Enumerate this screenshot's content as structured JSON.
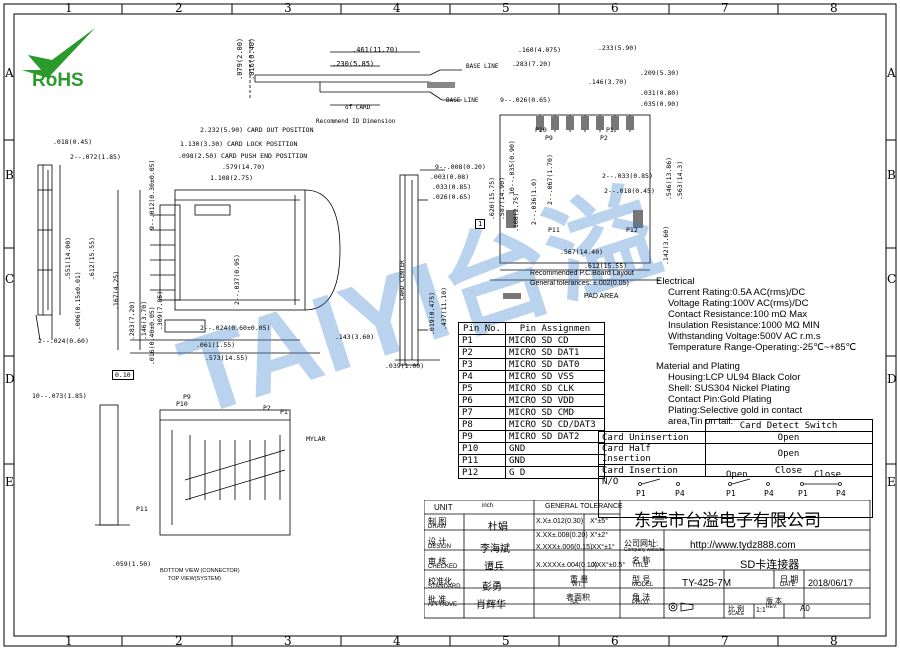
{
  "zones": {
    "columns": [
      "1",
      "2",
      "3",
      "4",
      "5",
      "6",
      "7",
      "8"
    ],
    "rows": [
      "A",
      "B",
      "C",
      "D",
      "E"
    ]
  },
  "logo": {
    "text": "RoHS",
    "color": "#2a9a2a"
  },
  "watermark": {
    "text": "TAIYI台溢",
    "color": "#3a7fd0"
  },
  "dims": {
    "top1": ".079(2.00)",
    "top2": ".016(0.40)",
    "top3": ".461(11.70)",
    "top4": ".230(5.85)",
    "base_line": "BASE LINE",
    "base_line2": "BASE LINE",
    "of_card": "of CARD",
    "rec_id": "Recommend ID Dimension",
    "card_out": "2.232(5.90) CARD OUT POSITION",
    "card_lock": "1.130(3.30) CARD LOCK POSITION",
    "card_push": ".098(2.50) CARD PUSH END POSITION",
    "d579": ".579(14.70)",
    "d108": "1.108(2.75)",
    "d9012": "9--.012(0.30±0.05)",
    "l018": ".018(0.45)",
    "l2_072": "2--.072(1.85)",
    "l551": ".551(14.00)",
    "l612": ".612(15.55)",
    "l006": ".006(0.15±0.01)",
    "l167": ".167(4.25)",
    "l283": ".283(7.20)",
    "l146": ".146(3.70)",
    "l016": ".016(0.40±0.05)",
    "l309": ".309(7.85)",
    "l2024": "2--.024(0.60)",
    "c2037": "2--.037(0.95)",
    "c2d": "2--.024(0.60±0.05)",
    "c061": ".061(1.55)",
    "c573": ".573(14.55)",
    "c143": ".143(3.60)",
    "r9008": "9--.008(0.20)",
    "r033": ".033(0.85)",
    "r026": ".026(0.65)",
    "r437": ".437(11.10)",
    "r019": ".019(0.475)",
    "r003": ".003(0.08)",
    "r039": ".039(1.00)",
    "card_center": "CARD CENTER",
    "p160": ".160(4.075)",
    "p283": ".283(7.20)",
    "p233": ".233(5.90)",
    "p209": ".209(5.30)",
    "p146": ".146(3.70)",
    "p031": ".031(0.80)",
    "p035": ".035(0.90)",
    "p9026": "9--.026(0.65)",
    "p10": "P10",
    "p9": "P9",
    "p1": "P1",
    "p2": "P2",
    "p10035": "10--.035(0.90)",
    "p_620": ".620(15.75)",
    "p587": ".587(14.90)",
    "p108": ".108(2.75)",
    "p2036": "2--.036(1.0)",
    "p2067": "2--.067(1.70)",
    "p2033": "2--.033(0.85)",
    "p2018": "2--.018(0.45)",
    "p546": ".546(13.86)",
    "p563": ".563(14.3)",
    "p11": "P11",
    "p12": "P12",
    "p567": ".567(14.40)",
    "p612": ".612(15.55)",
    "p142": ".142(3.60)",
    "rec_pcb": "Recommended P.C.Board Layout",
    "gen_tol": "General tolerances: ±.002(0.05)",
    "pad_area": "PAD AREA",
    "box1": "1",
    "b10073": "10--.073(1.85)",
    "b010": "0.10",
    "bp10": "P10",
    "bp9": "P9",
    "bp2": "P2",
    "bp1": "P1",
    "bp11": "P11",
    "mylar": "MYLAR",
    "b059": ".059(1.50)",
    "bottom_view": "BOTTOM VIEW (CONNECTOR)",
    "top_view": "TOP VIEW(SYSTEM)"
  },
  "electrical": {
    "title": "Electrical",
    "lines": [
      "Current Rating:0.5A AC(rms)/DC",
      "Voltage Rating:100V AC(rms)/DC",
      "Contact Resistance:100 mΩ Max",
      "Insulation Resistance:1000 MΩ MIN",
      "Withstanding Voltage:500V AC r.m.s",
      "Temperature Range-Operating:-25℃~+85℃"
    ],
    "mat_title": "Material and Plating",
    "mat_lines": [
      "Housing:LCP UL94 Black Color",
      "Shell: SUS304 Nickel Plating",
      "Contact Pin:Gold Plating",
      "Plating:Selective gold in contact",
      "area,Tin on tail."
    ]
  },
  "pins": {
    "headers": [
      "Pin No.",
      "Pin Assignmen"
    ],
    "rows": [
      [
        "P1",
        "MICRO SD CD"
      ],
      [
        "P2",
        "MICRO SD DAT1"
      ],
      [
        "P3",
        "MICRO SD DAT0"
      ],
      [
        "P4",
        "MICRO SD VSS"
      ],
      [
        "P5",
        "MICRO SD CLK"
      ],
      [
        "P6",
        "MICRO SD VDD"
      ],
      [
        "P7",
        "MICRO SD CMD"
      ],
      [
        "P8",
        "MICRO SD CD/DAT3"
      ],
      [
        "P9",
        "MICRO SD DAT2"
      ],
      [
        "P10",
        "GND"
      ],
      [
        "P11",
        "GND"
      ],
      [
        "P12",
        "G D"
      ]
    ]
  },
  "card_detect": {
    "title": "Card Detect Switch",
    "rows": [
      [
        "Card Uninsertion",
        "Open"
      ],
      [
        "Card Half Insertion",
        "Open"
      ],
      [
        "Card Insertion",
        "Close"
      ]
    ],
    "no_label": "N/O",
    "open": "Open",
    "close": "Close",
    "p1": "P1",
    "p4": "P4"
  },
  "title_block": {
    "unit_label": "UNIT",
    "unit_val": "inch",
    "gen_tol_label": "GENERAL TOLERANCE",
    "company": "东莞市台溢电子有限公司",
    "draw_cn": "制 图",
    "draw_en": "DRAW",
    "draw_name": "杜娟",
    "design_cn": "设 计",
    "design_en": "DESIGN",
    "design_name": "李海斌",
    "checked_cn": "审 核",
    "checked_en": "CHECKED",
    "checked_name": "谭兵",
    "standard_cn": "校准化",
    "standard_en": "STANDARD",
    "standard_name": "彭勇",
    "approve_cn": "批 准",
    "approve_en": "APPROVE",
    "approve_name": "肖辉华",
    "tol1": "X.X±.012(0.30)",
    "tol1b": "X°±5°",
    "tol2": "X.XX±.008(0.20)",
    "tol2b": "X°±2°",
    "tol3": "X.XXX±.006(0.15)",
    "tol3b": ".XX°±1°",
    "tol4": "X.XXXX±.004(0.10)",
    "tol4b": ".XXX°±0.5°",
    "website_cn": "公司网址:",
    "website_en": "Company website",
    "website": "http://www.tydz888.com",
    "name_cn": "名 称",
    "name_en": "TITLE",
    "name_val": "SD卡连接器",
    "weight_cn": "重 量",
    "weight_en": "WT.",
    "model_cn": "型 号",
    "model_en": "MODEL",
    "model_val": "TY-425-7M",
    "date_cn": "日 期",
    "date_en": "DATE",
    "date_val": "2018/06/17",
    "finish_cn": "表面积",
    "finish_en": "SA.",
    "proj_cn": "角 法",
    "proj_en": "PROJ.",
    "scale_cn": "比 例",
    "scale_en": "SCALE",
    "scale_val": "1:1",
    "rev_cn": "版 本",
    "rev_en": "REV.",
    "rev_val": "A0"
  }
}
